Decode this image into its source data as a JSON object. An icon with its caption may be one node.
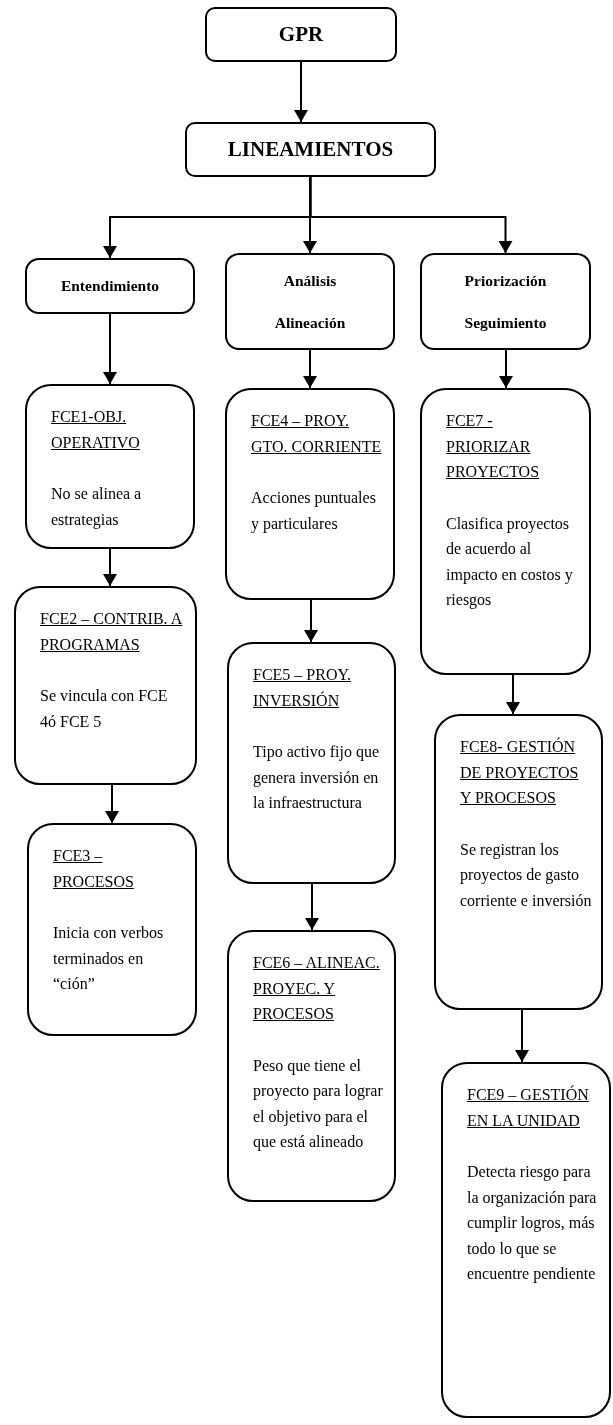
{
  "diagram": {
    "nodes": [
      {
        "text": [
          "GPR"
        ]
      },
      {
        "text": [
          "LINEAMIENTOS"
        ]
      },
      {
        "text": [
          "Entendimiento"
        ]
      },
      {
        "text": [
          "Análisis",
          "Alineación"
        ]
      },
      {
        "text": [
          "Priorización",
          "Seguimiento"
        ]
      },
      {
        "text": [
          "FCE1-OBJ. OPERATIVO",
          "No se alinea a estrategias"
        ]
      },
      {
        "text": [
          "FCE2 – CONTRIB. A PROGRAMAS",
          "Se vincula con FCE 4ó FCE 5"
        ]
      },
      {
        "text": [
          "FCE3 – PROCESOS",
          "Inicia con verbos terminados en “ción”"
        ]
      },
      {
        "text": [
          "FCE4 – PROY. GTO. CORRIENTE",
          "Acciones puntuales y particulares"
        ]
      },
      {
        "text": [
          "FCE5 – PROY. INVERSIÓN",
          "Tipo activo fijo que genera inversión en la infraestructura"
        ]
      },
      {
        "text": [
          "FCE6 – ALINEAC. PROYEC. Y PROCESOS",
          "Peso que tiene el proyecto para lograr el objetivo para el que está alineado"
        ]
      },
      {
        "text": [
          "FCE7 - PRIORIZAR PROYECTOS",
          "Clasifica proyectos de acuerdo al impacto en costos y riesgos"
        ]
      },
      {
        "text": [
          "FCE8- GESTIÓN DE PROYECTOS Y PROCESOS",
          "Se registran los proyectos de gasto corriente e inversión"
        ]
      },
      {
        "text": [
          "FCE9 – GESTIÓN EN LA UNIDAD",
          "Detecta riesgo para la organización para cumplir logros, más todo lo que se encuentre pendiente"
        ]
      }
    ],
    "edges": [
      {
        "from": 0,
        "to": 1,
        "arrow": "to"
      },
      {
        "from": 1,
        "to": 2,
        "arrow": "to"
      },
      {
        "from": 1,
        "to": 3,
        "arrow": "to"
      },
      {
        "from": 1,
        "to": 4,
        "arrow": "to"
      },
      {
        "from": 2,
        "to": 5,
        "arrow": "to"
      },
      {
        "from": 5,
        "to": 6,
        "arrow": "to"
      },
      {
        "from": 6,
        "to": 7,
        "arrow": "to"
      },
      {
        "from": 3,
        "to": 8,
        "arrow": "to"
      },
      {
        "from": 8,
        "to": 9,
        "arrow": "to"
      },
      {
        "from": 9,
        "to": 10,
        "arrow": "to"
      },
      {
        "from": 4,
        "to": 11,
        "arrow": "to"
      },
      {
        "from": 11,
        "to": 12,
        "arrow": "to"
      },
      {
        "from": 12,
        "to": 13,
        "arrow": "to"
      }
    ]
  }
}
